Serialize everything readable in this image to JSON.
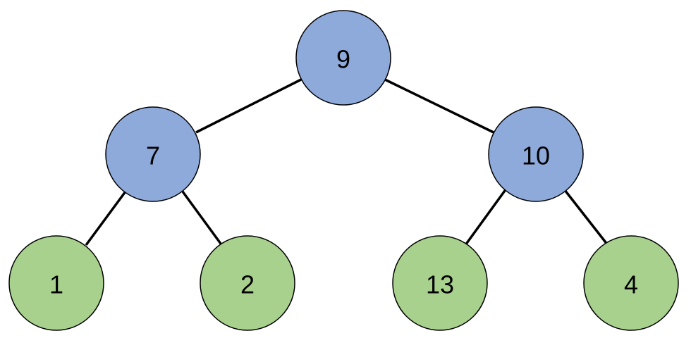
{
  "colors": {
    "internal_node_fill": "#8eaadb",
    "leaf_node_fill": "#a9d18e",
    "edge": "#000000",
    "outline": "#000000"
  },
  "tree": {
    "root": {
      "label": "9",
      "type": "internal",
      "left": {
        "label": "7",
        "type": "internal",
        "left": {
          "label": "1",
          "type": "leaf"
        },
        "right": {
          "label": "2",
          "type": "leaf"
        }
      },
      "right": {
        "label": "10",
        "type": "internal",
        "left": {
          "label": "13",
          "type": "leaf"
        },
        "right": {
          "label": "4",
          "type": "leaf"
        }
      }
    }
  }
}
